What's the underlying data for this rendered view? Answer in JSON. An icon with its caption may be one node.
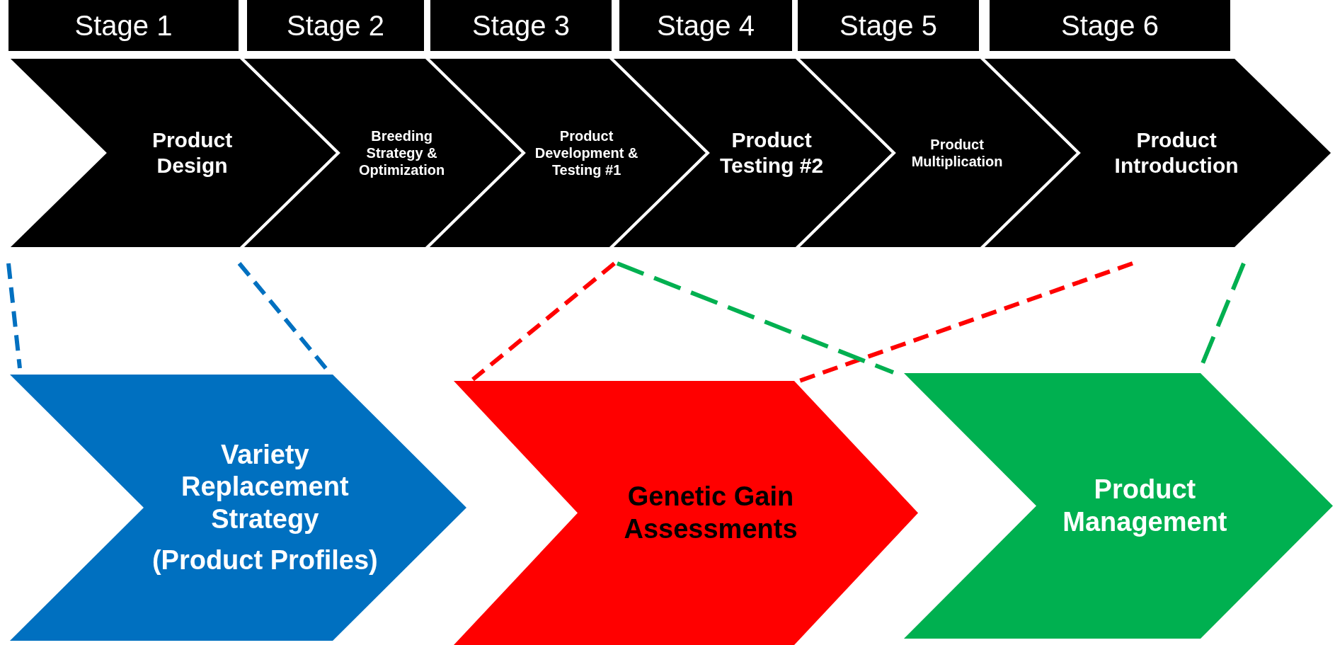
{
  "diagram": {
    "nodes": [
      {
        "text": [
          "Stage 1"
        ]
      },
      {
        "text": [
          "Stage 2"
        ]
      },
      {
        "text": [
          "Stage 3"
        ]
      },
      {
        "text": [
          "Stage 4"
        ]
      },
      {
        "text": [
          "Stage 5"
        ]
      },
      {
        "text": [
          "Stage 6"
        ]
      },
      {
        "text": [
          "Product Design"
        ]
      },
      {
        "text": [
          "Breeding Strategy & Optimization"
        ]
      },
      {
        "text": [
          "Product Development & Testing #1"
        ]
      },
      {
        "text": [
          "Product Testing #2"
        ]
      },
      {
        "text": [
          "Product Multiplication"
        ]
      },
      {
        "text": [
          "Product Introduction"
        ]
      },
      {
        "text": [
          "Variety Replacement Strategy",
          "(Product Profiles)"
        ]
      },
      {
        "text": [
          "Genetic Gain Assessments"
        ]
      },
      {
        "text": [
          "Product Management"
        ]
      }
    ],
    "edges": [
      {
        "from": 6,
        "to": 12,
        "arrow": "none",
        "style": "dashed",
        "color": "#0070c0"
      },
      {
        "from": 6,
        "to": 12,
        "arrow": "none",
        "style": "dashed",
        "color": "#0070c0"
      },
      {
        "from": 9,
        "to": 13,
        "arrow": "none",
        "style": "dashed",
        "color": "#ff0000"
      },
      {
        "from": 11,
        "to": 13,
        "arrow": "none",
        "style": "dashed",
        "color": "#ff0000"
      },
      {
        "from": 9,
        "to": 14,
        "arrow": "none",
        "style": "dashed",
        "color": "#00b050"
      },
      {
        "from": 11,
        "to": 14,
        "arrow": "none",
        "style": "dashed",
        "color": "#00b050"
      }
    ]
  }
}
